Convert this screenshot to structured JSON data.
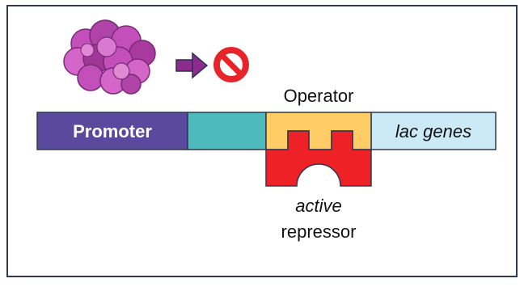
{
  "diagram": {
    "labels": {
      "operator": "Operator",
      "promoter": "Promoter",
      "lac_genes": "lac genes",
      "active": "active",
      "repressor": "repressor"
    },
    "colors": {
      "frame": "#2d3a4f",
      "promoter": "#594a9e",
      "spacer": "#4dbbbd",
      "operator": "#ffcc66",
      "lac_genes": "#cbe9f6",
      "repressor": "#ee2226",
      "arrow": "#8e2c8e",
      "stop_sign": "#e8242b",
      "rna_polymerase": "#c34fba"
    }
  }
}
